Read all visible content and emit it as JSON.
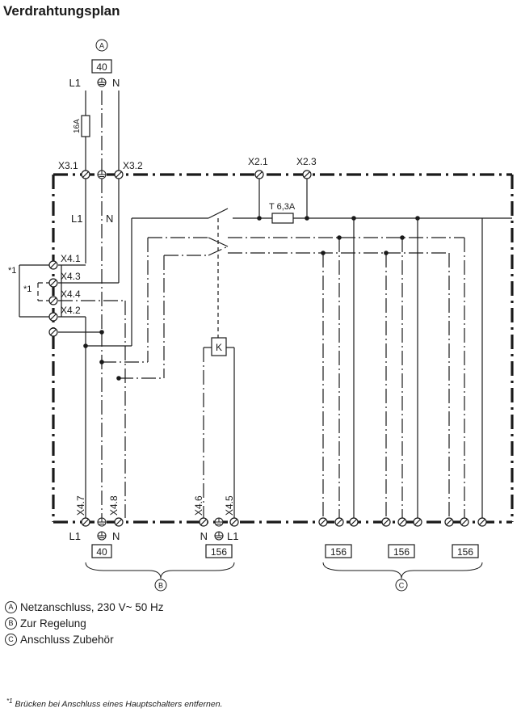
{
  "title": "Verdrahtungsplan",
  "top_block": {
    "letter": "A",
    "plug": "40",
    "l1": "L1",
    "n": "N",
    "fuse": "16A"
  },
  "terminals": {
    "x3_1": "X3.1",
    "x3_2": "X3.2",
    "x2_1": "X2.1",
    "x2_3": "X2.3",
    "x4_1": "X4.1",
    "x4_3": "X4.3",
    "x4_4": "X4.4",
    "x4_2": "X4.2",
    "x4_7": "X4.7",
    "x4_8": "X4.8",
    "x4_6": "X4.6",
    "x4_5": "X4.5"
  },
  "inner_labels": {
    "l1": "L1",
    "n": "N",
    "fuse_t": "T 6,3A",
    "relay": "K",
    "star1": "*1",
    "star1b": "*1"
  },
  "bottom_block": {
    "left_l1": "L1",
    "left_n": "N",
    "left_plug": "40",
    "mid_n": "N",
    "mid_l1": "L1",
    "mid_plug": "156",
    "acc1": "156",
    "acc2": "156",
    "acc3": "156",
    "brace_b": "B",
    "brace_c": "C"
  },
  "legend": [
    {
      "letter": "A",
      "text": "Netzanschluss, 230 V~ 50 Hz"
    },
    {
      "letter": "B",
      "text": "Zur Regelung"
    },
    {
      "letter": "C",
      "text": "Anschluss Zubehör"
    }
  ],
  "footnote": {
    "mark": "*1",
    "text": "Brücken bei Anschluss eines Hauptschalters entfernen."
  }
}
